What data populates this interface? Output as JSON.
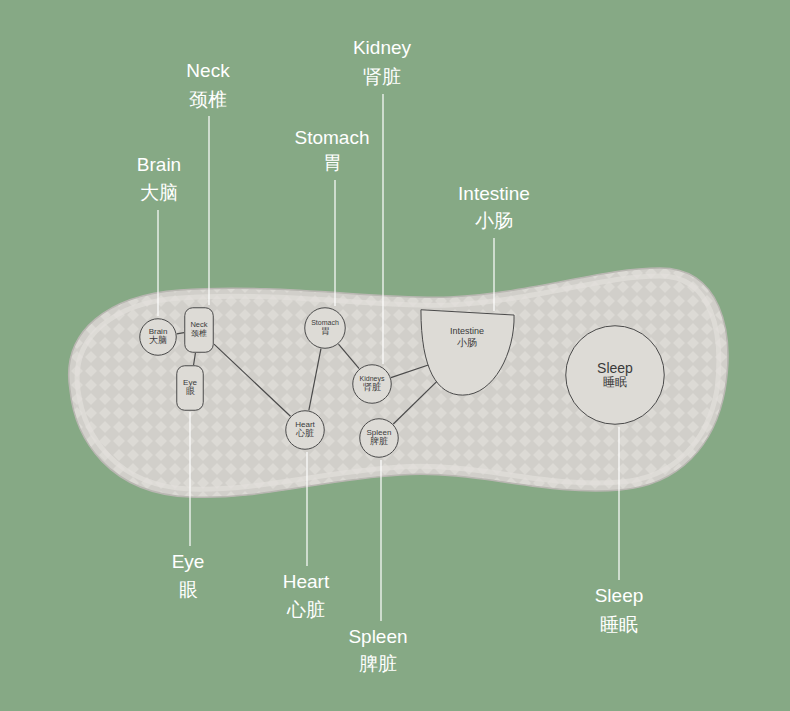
{
  "diagram": {
    "nodes": [
      {
        "text": [
          "Brain",
          "大脑"
        ]
      },
      {
        "text": [
          "Neck",
          "颈椎"
        ]
      },
      {
        "text": [
          "Eye",
          "眼"
        ]
      },
      {
        "text": [
          "Stomach",
          "胃"
        ]
      },
      {
        "text": [
          "Heart",
          "心脏"
        ]
      },
      {
        "text": [
          "Kidneys",
          "肾脏"
        ]
      },
      {
        "text": [
          "Spleen",
          "脾脏"
        ]
      },
      {
        "text": [
          "Intestine",
          "小肠"
        ]
      },
      {
        "text": [
          "Sleep",
          "睡眠"
        ]
      }
    ],
    "edges": [
      {
        "from": 0,
        "to": 1,
        "arrow": "none"
      },
      {
        "from": 1,
        "to": 2,
        "arrow": "none"
      },
      {
        "from": 1,
        "to": 4,
        "arrow": "none"
      },
      {
        "from": 4,
        "to": 3,
        "arrow": "none"
      },
      {
        "from": 3,
        "to": 5,
        "arrow": "none"
      },
      {
        "from": 5,
        "to": 7,
        "arrow": "none"
      },
      {
        "from": 6,
        "to": 7,
        "arrow": "none"
      }
    ],
    "labels": [
      "Neck",
      "颈椎",
      "Kidney",
      "肾脏",
      "Brain",
      "大脑",
      "Stomach",
      "胃",
      "Intestine",
      "小肠",
      "Eye",
      "眼",
      "Heart",
      "心脏",
      "Spleen",
      "脾脏",
      "Sleep",
      "睡眠"
    ]
  }
}
